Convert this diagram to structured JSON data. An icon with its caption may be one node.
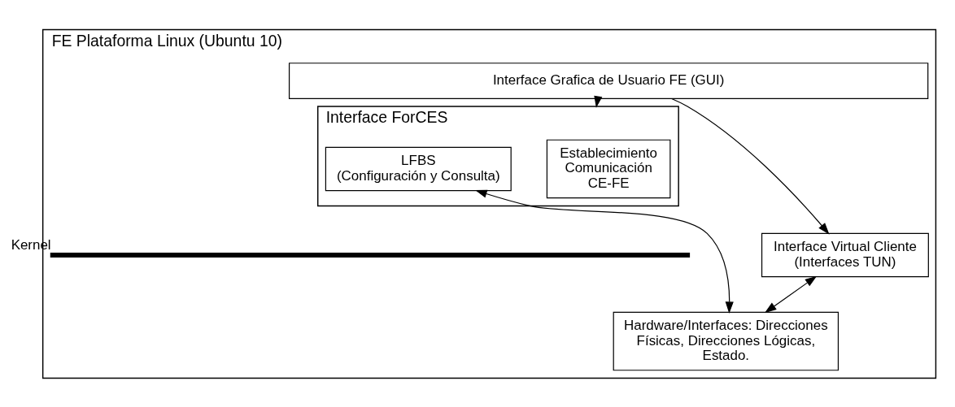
{
  "diagram": {
    "nodes": [
      {
        "text": [
          "FE Plataforma Linux (Ubuntu 10)"
        ]
      },
      {
        "text": [
          "Interface Grafica de Usuario FE (GUI)"
        ],
        "in": 0
      },
      {
        "text": [
          "Interface ForCES"
        ],
        "in": 0
      },
      {
        "text": [
          "Establecimiento Comunicación CE-FE"
        ],
        "in": 2
      },
      {
        "text": [
          "LFBS",
          "(Configuración y Consulta)"
        ],
        "in": 2
      },
      {
        "text": [
          "Interface Virtual Cliente",
          "(Interfaces TUN)"
        ],
        "in": 0
      },
      {
        "text": [],
        "shape": "bar",
        "beside": [
          "Kernel"
        ],
        "in": 0
      },
      {
        "text": [
          "Hardware/Interfaces: Direcciones Físicas, Direcciones Lógicas, Estado."
        ],
        "in": 0
      }
    ],
    "edges": [
      {
        "from": 1,
        "to": 2,
        "arrow": "to"
      },
      {
        "from": 1,
        "to": 5,
        "arrow": "to"
      },
      {
        "from": 4,
        "to": 7,
        "arrow": "both"
      },
      {
        "from": 5,
        "to": 7,
        "arrow": "both"
      }
    ]
  }
}
